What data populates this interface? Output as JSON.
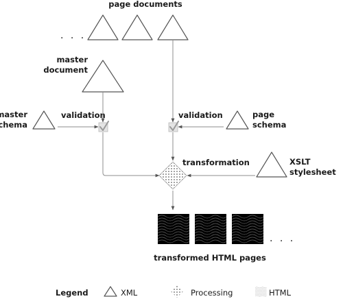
{
  "labels": {
    "page_documents": "page documents",
    "master_document_line1": "master",
    "master_document_line2": "document",
    "master_schema_line1": "master",
    "master_schema_line2": "schema",
    "validation_left": "validation",
    "validation_right": "validation",
    "page_schema_line1": "page",
    "page_schema_line2": "schema",
    "transformation": "transformation",
    "xslt_line1": "XSLT",
    "xslt_line2": "stylesheet",
    "transformed_pages": "transformed HTML pages",
    "ellipsis_top": ". . .",
    "ellipsis_bottom": ". . ."
  },
  "legend": {
    "title": "Legend",
    "items": [
      {
        "label": "XML",
        "icon": "triangle-icon"
      },
      {
        "label": "Processing",
        "icon": "dotted-diamond-icon"
      },
      {
        "label": "HTML",
        "icon": "wavy-page-icon"
      }
    ]
  },
  "colors": {
    "shape_stroke": "#555555",
    "connector": "#8c8c8c",
    "check_box": "#d8d8d8",
    "check_mark": "#b0b0b0"
  }
}
